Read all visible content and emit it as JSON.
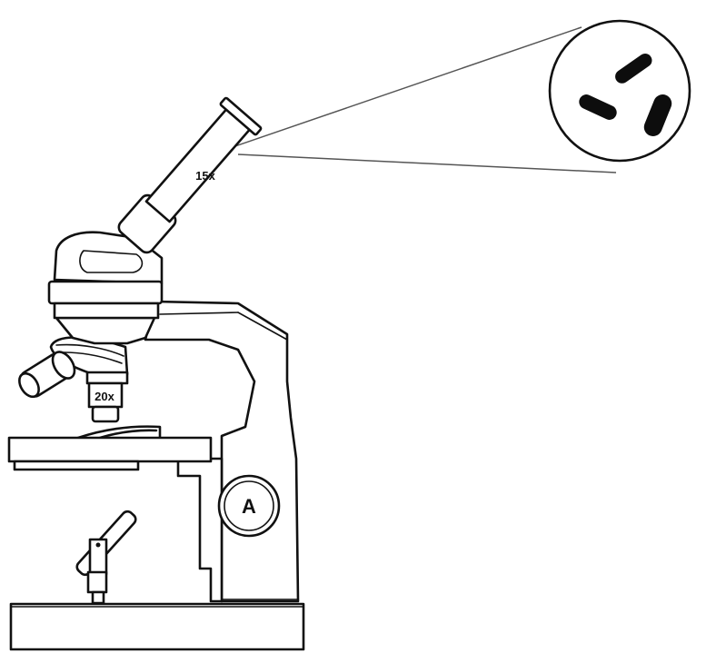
{
  "eyepiece": {
    "magnification_label": "15x"
  },
  "objective": {
    "magnification_label": "20x"
  },
  "coarse_knob": {
    "label": "A"
  },
  "field_of_view": {
    "visible_cells": 3
  }
}
